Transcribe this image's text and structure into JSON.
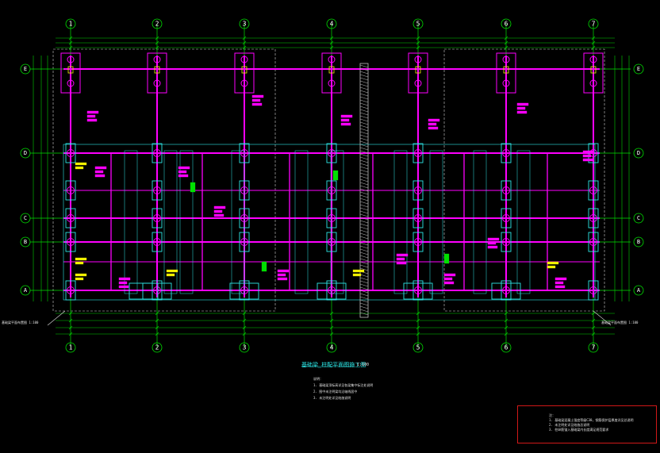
{
  "drawing": {
    "title": "基础梁_柱配平面图施工图",
    "scale": "1:100",
    "axes": {
      "numbered": [
        "1",
        "2",
        "3",
        "4",
        "5",
        "6",
        "7"
      ],
      "lettered": [
        "E",
        "D",
        "C",
        "B",
        "A"
      ]
    },
    "notes_heading": "说明：",
    "notes": [
      "1. 基础梁顶标高详见各梁集中标注处说明",
      "2. 图中未注明梁均沿轴线居中",
      "3. 未注明处详见结施说明"
    ],
    "left_callout": "基础梁平面布置图 1:100",
    "right_callout": "基础梁平面布置图 1:100",
    "red_box_notes": [
      "注：",
      "1. 基础梁混凝土强度等级C30，钢筋保护层厚度详见总说明",
      "2. 未注明处详见结施总说明",
      "3. 柱纵筋锚入基础梁内长度满足规范要求"
    ],
    "colors": {
      "background": "#000000",
      "grid_axis": "#00e000",
      "beam": "#ff00ff",
      "column": "#2ee6e6",
      "dimension": "#00d000",
      "annotation_yellow": "#f0f000",
      "note_border": "#d01818",
      "white": "#ffffff"
    }
  }
}
